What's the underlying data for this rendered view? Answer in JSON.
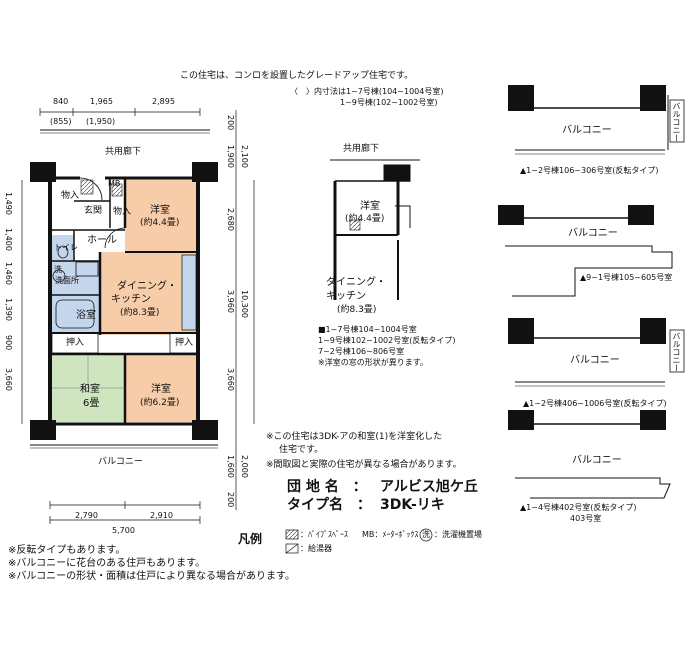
{
  "header": {
    "note": "この住宅は、コンロを設置したグレードアップ住宅です。",
    "inner_note_1": "〈　〉内寸法は1~7号棟(104~1004号室)",
    "inner_note_2": "1~9号棟(102~1002号室)"
  },
  "main_plan": {
    "corridor": "共用廊下",
    "balcony": "バルコニー",
    "top_dims": [
      "840",
      "1,965",
      "2,895"
    ],
    "top_sub_dims": [
      "(855)",
      "(1,950)"
    ],
    "bottom_dims": [
      "2,790",
      "2,910"
    ],
    "bottom_total": "5,700",
    "left_dims": [
      "1,490",
      "1,400",
      "1,460",
      "1,390",
      "900",
      "3,660"
    ],
    "right_dims": [
      "200",
      "1,900",
      "2,100",
      "2,680",
      "3,960",
      "10,300",
      "3,660",
      "1,600",
      "2,000",
      "200"
    ],
    "rooms": {
      "storage1": "物入",
      "mb": "MB",
      "entrance": "玄関",
      "storage2": "物入",
      "western_small": "洋室",
      "western_small_area": "(約4.4畳)",
      "toilet": "トイレ",
      "hall": "ホール",
      "washroom": "洗面所",
      "wash_mark": "洗",
      "dining": "ダイニング・",
      "kitchen": "キッチン",
      "dining_area": "(約8.3畳)",
      "bath": "浴室",
      "closet_left": "押入",
      "closet_right": "押入",
      "japanese": "和室",
      "japanese_area": "6畳",
      "western_large": "洋室",
      "western_large_area": "(約6.2畳)"
    }
  },
  "variant_plan": {
    "corridor": "共用廊下",
    "western": "洋室",
    "western_area": "(約4.4畳)",
    "dining": "ダイニング・",
    "kitchen": "キッチン",
    "dining_area": "(約8.3畳)",
    "notes": [
      "■1~7号棟104~1004号室",
      "1~9号棟102~1002号室(反転タイプ)",
      "7~2号棟106~806号室",
      "※洋室の窓の形状が異ります。"
    ]
  },
  "balconies": [
    {
      "label": "バルコニー",
      "side_label": "バルコニー",
      "caption": "▲1~2号棟106~306号室(反転タイプ)"
    },
    {
      "label": "バルコニー",
      "caption": "▲9~1号棟105~605号室"
    },
    {
      "label": "バルコニー",
      "side_label": "バルコニー",
      "caption": "▲1~2号棟406~1006号室(反転タイプ)"
    },
    {
      "label": "バルコニー",
      "caption": "▲1~4号棟402号室(反転タイプ)",
      "caption2": "403号室"
    }
  ],
  "info": {
    "note1": "※この住宅は3DK-アの和室(1)を洋室化した",
    "note1b": "住宅です。",
    "note2": "※間取図と実際の住宅が異なる場合があります。",
    "complex_label": "団 地 名　：",
    "complex_value": "アルビス旭ケ丘",
    "type_label": "タイプ名　：",
    "type_value": "3DK-リキ"
  },
  "legend": {
    "title": "凡例",
    "pipe_space": "：ﾊﾟｲﾌﾟｽﾍﾟｰｽ",
    "meter_box": "MB：ﾒｰﾀｰﾎﾞｯｸｽ",
    "laundry_mark": "洗",
    "laundry": "：洗濯機置場",
    "water_heater": "：給湯器"
  },
  "footnotes": [
    "※反転タイプもあります。",
    "※バルコニーに花台のある住戸もあります。",
    "※バルコニーの形状・面積は住戸により異なる場合があります。"
  ],
  "colors": {
    "room_orange": "#f7cda9",
    "japanese_green": "#cfe5c0",
    "wet_blue": "#c3d6ec",
    "hall_white": "#ffffff",
    "wall": "#111111"
  }
}
